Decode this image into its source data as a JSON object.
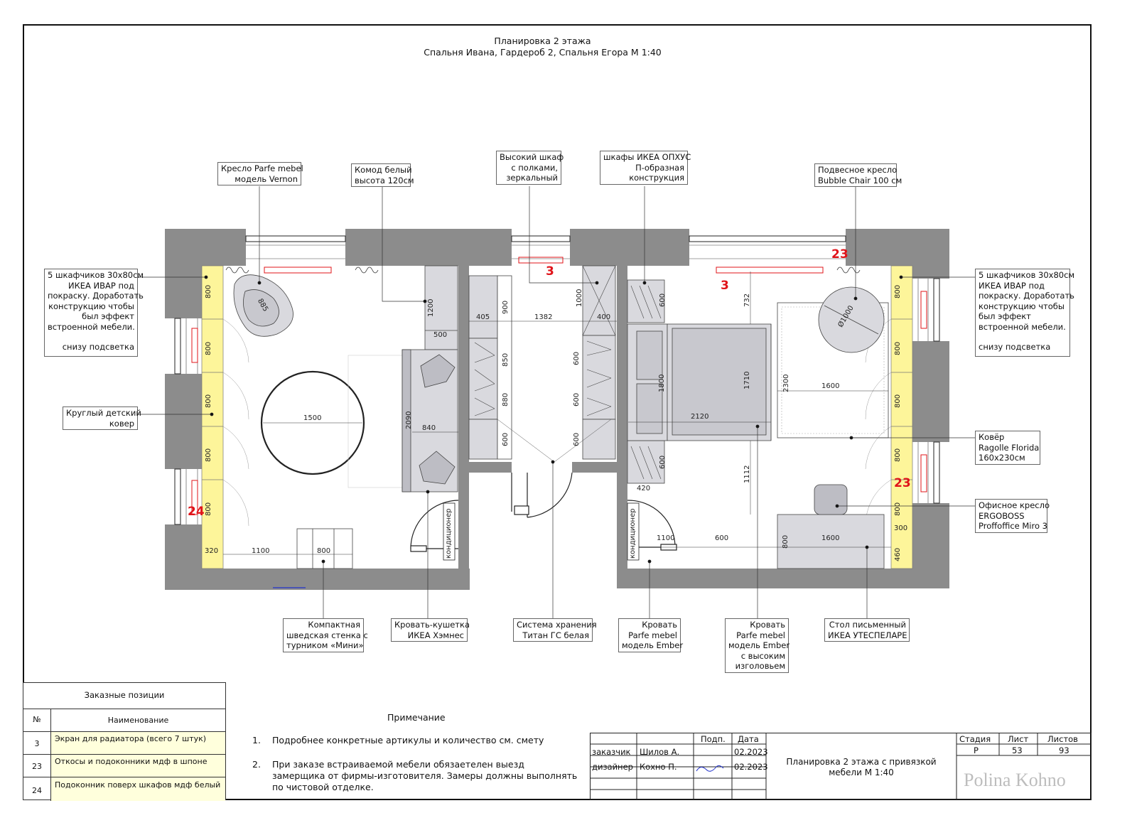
{
  "drawing": {
    "title_line1": "Планировка 2 этажа",
    "title_line2": "Спальня Ивана, Гардероб 2, Спальня Егора М 1:40"
  },
  "labels": {
    "armchair_vernon": [
      "Кресло Parfe mebel",
      "модель Vernon"
    ],
    "dresser": [
      "Комод белый",
      "высота 120см"
    ],
    "tall_cabinet": [
      "Высокий шкаф",
      "с полками,",
      "зеркальный"
    ],
    "opkhus": [
      "шкафы ИКЕА ОПХУС",
      "П-образная",
      "конструкция"
    ],
    "bubble_chair": [
      "Подвесное кресло",
      "Bubble Chair 100 см"
    ],
    "ivar_left": [
      "5 шкафчиков 30х80см",
      "ИКЕА ИВАР под",
      "покраску. Доработать",
      "конструкцию чтобы",
      "был эффект",
      "встроенной мебели.",
      "",
      "снизу подсветка"
    ],
    "ivar_right": [
      "5 шкафчиков 30х80см",
      "ИКЕА ИВАР под",
      "покраску. Доработать",
      "конструкцию чтобы",
      "был эффект",
      "встроенной мебели.",
      "",
      "снизу подсветка"
    ],
    "round_rug": [
      "Круглый детский",
      "ковер"
    ],
    "rug_florida": [
      "Ковёр",
      "Ragolle Florida",
      "160х230см"
    ],
    "office_chair": [
      "Офисное кресло",
      "ERGOBOSS",
      "Proffoffice Miro 3"
    ],
    "swedish_wall": [
      "Компактная",
      "шведская стенка с",
      "турником «Мини»"
    ],
    "hemnes_bed": [
      "Кровать-кушетка",
      "ИКЕА Хэмнес"
    ],
    "titan_storage": [
      "Система хранения",
      "Титан ГС белая"
    ],
    "bed_ember": [
      "Кровать",
      "Parfe mebel",
      "модель Ember"
    ],
    "bed_ember_high": [
      "Кровать",
      "Parfe mebel",
      "модель Ember",
      "с высоким",
      "изголовьем"
    ],
    "desk": [
      "Стол письменный",
      "ИКЕА УТЕСПЕЛАРЕ"
    ],
    "conditioner": "кондиционер"
  },
  "dimensions": {
    "d800": "800",
    "d1200": "1200",
    "d500": "500",
    "d2090": "2090",
    "d840": "840",
    "d1500": "1500",
    "d885": "885",
    "d320": "320",
    "d1100": "1100",
    "d405": "405",
    "d900": "900",
    "d1382": "1382",
    "d1000": "1000",
    "d400": "400",
    "d600": "600",
    "d850": "850",
    "d880": "880",
    "d732": "732",
    "d1800": "1800",
    "d1710": "1710",
    "d2120": "2120",
    "d2300": "2300",
    "d1600": "1600",
    "d1000dia": "Ø1000",
    "d420": "420",
    "d1112": "1112",
    "d300": "300",
    "d460": "460"
  },
  "markers": [
    "3",
    "3",
    "23",
    "23",
    "24"
  ],
  "custom_table": {
    "title": "Заказные позиции",
    "col_num": "№",
    "col_name": "Наименование",
    "rows": [
      {
        "num": "3",
        "name": "Экран для радиатора  (всего 7 штук)"
      },
      {
        "num": "23",
        "name": "Откосы и подоконники мдф в шпоне"
      },
      {
        "num": "24",
        "name": "Подоконник поверх шкафов мдф белый"
      }
    ]
  },
  "notes": {
    "title": "Примечание",
    "items": [
      {
        "n": "1.",
        "text": "Подробнее конкретные артикулы и количество см. смету"
      },
      {
        "n": "2.",
        "text": "При заказе встраиваемой мебели обязаетелен выезд замерщика от фирмы-изготовителя. Замеры должны выполнять по чистовой отделке."
      }
    ]
  },
  "stamp": {
    "h_sign": "Подп.",
    "h_date": "Дата",
    "r1_role": "заказчик",
    "r1_name": "Шилов А.",
    "r1_date": "02.2023",
    "r2_role": "дизайнер",
    "r2_name": "Кохно П.",
    "r2_date": "02.2023",
    "title": "Планировка 2 этажа с привязкой мебели М 1:40",
    "h_stage": "Стадия",
    "h_sheet": "Лист",
    "h_sheets": "Листов",
    "stage": "Р",
    "sheet": "53",
    "sheets": "93",
    "brand": "Polina Kohno"
  },
  "colors": {
    "wall": "#8c8c8c",
    "furniture": "#d9d9de",
    "furniture_dark": "#bdbdc4",
    "ivar": "#fdf59a",
    "marker": "#e0141a",
    "radiator": "#e0141a"
  }
}
